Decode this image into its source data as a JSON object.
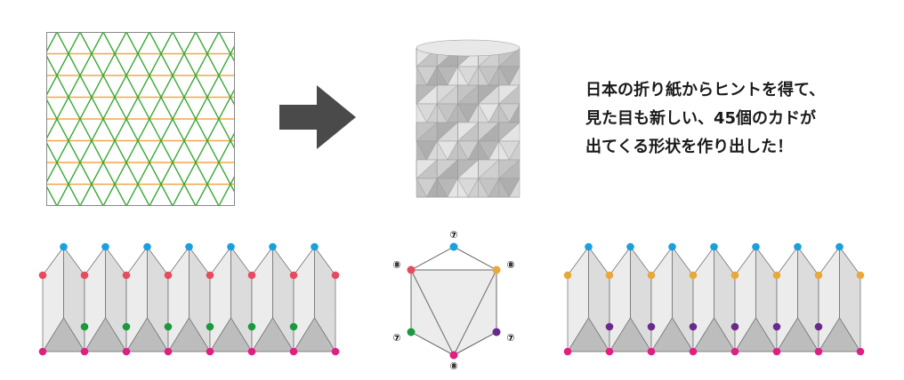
{
  "caption": {
    "lines": [
      "日本の折り紙からヒントを得て、",
      "見た目も新しい、45個のカドが",
      "出てくる形状を作り出した！"
    ]
  },
  "hexagon": {
    "labels": {
      "top": "⑦",
      "upper_left": "⑧",
      "upper_right": "⑧",
      "lower_left": "⑦",
      "lower_right": "⑦",
      "bottom": "⑧"
    }
  },
  "colors": {
    "crease_green": "#3aa935",
    "crease_orange": "#f0a848",
    "arrow": "#4a4a4a",
    "model_light": "#d8d8d8",
    "model_dark": "#a8a8a8",
    "panel_light": "#ececec",
    "panel_dark": "#bdbdbd",
    "edge": "#6a6a6a",
    "dot_blue": "#1aa0dc",
    "dot_red": "#e84a5f",
    "dot_green": "#1a9a3c",
    "dot_pink": "#e01e84",
    "dot_orange": "#e8a83a",
    "dot_purple": "#6a2a8c"
  }
}
